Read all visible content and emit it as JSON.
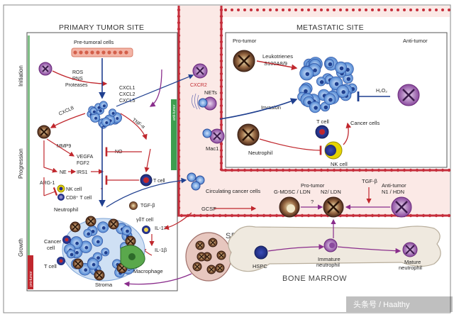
{
  "headers": {
    "primary": "PRIMARY TUMOR SITE",
    "metastatic": "METASTATIC SITE"
  },
  "stages": [
    "Initiation",
    "Progression",
    "Growth"
  ],
  "side_bars": {
    "anti_tumor": "anti-tumor",
    "pro_tumor": "pro-tumor"
  },
  "primary": {
    "pre_tumoral": "Pre-tumoral cells",
    "ros": "ROS",
    "rns": "RNS",
    "proteases": "Proteases",
    "cxcl1": "CXCL1",
    "cxcl2": "CXCL2",
    "cxcl5": "CXCL5",
    "cxcl8": "CXCL8",
    "tnf": "TNF-α",
    "mmp9": "MMP9",
    "vegfa": "VEGFA",
    "fgf2": "FGF2",
    "no": "NO",
    "ne": "NE",
    "irs1": "IRS1",
    "t_cell": "T cell",
    "arg1": "ARG-1",
    "nk_cell": "NK cell",
    "cd8": "CD8⁺ T cell",
    "neutrophil": "Neutrophil",
    "tgfb": "TGF-β",
    "gdt": "γδT cell",
    "il17": "IL-17",
    "il1b": "IL-1β",
    "cancer_cell": "Cancer\ncell",
    "cancer_cell_l1": "Cancer",
    "cancer_cell_l2": "cell",
    "t_cell_bottom": "T cell",
    "macrophage": "Macrophage",
    "stroma": "Stroma"
  },
  "circulation": {
    "cxcr2": "CXCR2",
    "nets": "NETs",
    "mac1": "Mac1",
    "circulating": "Circulating cancer cells",
    "gcsf": "GCSF"
  },
  "metastatic": {
    "pro_tumor": "Pro-tumor",
    "anti_tumor": "Anti-tumor",
    "leukotrienes": "Leukotrienes",
    "s100": "S100A8/9",
    "h2o2": "H₂O₂",
    "invasion": "Invasion",
    "t_cell": "T cell",
    "cancer_cells": "Cancer cells",
    "neutrophil": "Neutrophil",
    "nk_cell": "NK cell"
  },
  "lower_right": {
    "pro_tumor": "Pro-tumor",
    "gmdsc": "G-MDSC / LDN",
    "n2": "N2/ LDN",
    "tgfb": "TGF-β",
    "anti_tumor": "Anti-tumor",
    "n1": "N1 / HDN",
    "question": "?"
  },
  "bone": {
    "spleen": "SPLEEN",
    "hspc": "HSPC",
    "immature": "Immature\nneutrophil",
    "immature_l1": "Immature",
    "immature_l2": "neutrophil",
    "mature_l1": "Mature",
    "mature_l2": "neutrophil",
    "bone_marrow": "BONE MARROW"
  },
  "watermark": "头条号 / Haalthy",
  "colors": {
    "inhibit_red": "#c0272d",
    "signal_blue": "#1f3f8f",
    "signal_purple": "#8a2d8c",
    "vessel": "#c62f3c",
    "cancer_blue": "#5b8fd6",
    "neutrophil_brown": "#6b3f2a",
    "nk_yellow": "#e6d400",
    "bone": "#efe9df"
  }
}
